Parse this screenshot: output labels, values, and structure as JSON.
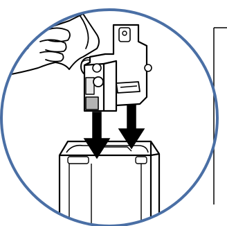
{
  "illustration": {
    "colors": {
      "circle_border": "#4a6fa5",
      "line_art": "#000000",
      "fill": "#ffffff",
      "shading": "#e6e6e6",
      "dark_panel": "#b4b4b4"
    },
    "parts": [
      "hand-drawing",
      "cartridge-drawing",
      "insertion-arrow-left",
      "insertion-arrow-right",
      "receiving-unit-drawing",
      "side-bracket-line"
    ]
  }
}
